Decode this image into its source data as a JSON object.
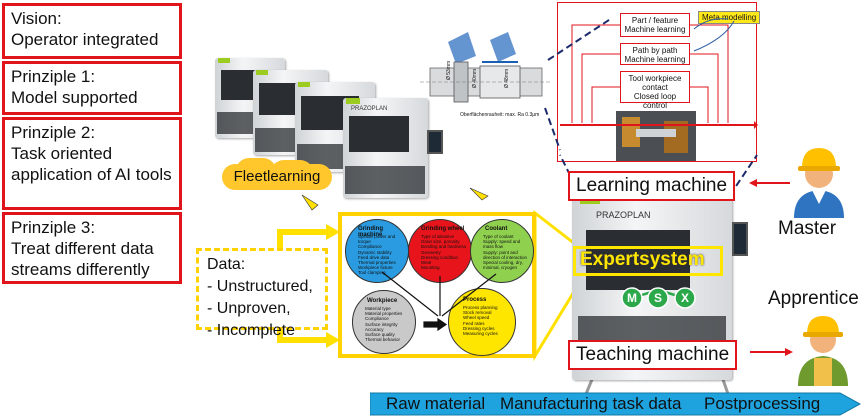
{
  "principles": [
    {
      "text": "Vision:\nOperator integrated"
    },
    {
      "text": "Prinziple 1:\nModel supported"
    },
    {
      "text": "Prinziple 2:\nTask oriented application of AI tools"
    },
    {
      "text": "Prinziple 3:\nTreat different data streams differently"
    }
  ],
  "fleet": {
    "label": "Fleetlearning"
  },
  "data_box": {
    "title": "Data:",
    "items": [
      "- Unstructured,",
      "- Unproven,",
      "- Incomplete"
    ]
  },
  "tool_drawing": {
    "dims": [
      "Ø 53mm",
      "Ø 40mm",
      "Ø 48mm"
    ],
    "caption": "Oberflächenrauheit: max. Ra 0.3µm"
  },
  "detail_panel": {
    "meta": "Meta modelling",
    "boxes": [
      "Part / feature\nMachine learning",
      "Path by path\nMachine learning",
      "Tool workpiece contact\nClosed loop control"
    ]
  },
  "learning_machine": {
    "label": "Learning machine"
  },
  "teaching_machine": {
    "label": "Teaching machine"
  },
  "expertsystem": {
    "label": "Expertsystem",
    "nodes": [
      "M",
      "S",
      "X"
    ]
  },
  "master": {
    "label": "Master"
  },
  "apprentice": {
    "label": "Apprentice"
  },
  "machine_brand": "PRAZOPLAN",
  "process_bar": {
    "items": [
      "Raw material",
      "Manufacturing task data",
      "Postprocessing"
    ]
  },
  "venn": {
    "grinding_machine": {
      "title": "Grinding machine",
      "items": [
        "Spindle power and torque",
        "Compliance",
        "Dynamic stability",
        "Feed drive data",
        "Thermal properties",
        "Workpiece fixture",
        "Tool clamping"
      ]
    },
    "grinding_wheel": {
      "title": "Grinding wheel",
      "items": [
        "Type of abrasive",
        "Grain size, porosity",
        "Bonding and hardness",
        "Geometry",
        "Dressing condition",
        "Wear",
        "Mounting"
      ]
    },
    "coolant": {
      "title": "Coolant",
      "items": [
        "Type of coolant",
        "Supply: speed and mass flow",
        "Supply: point and direction of interaction",
        "Special cooling, dry, minimal, cryogen"
      ]
    },
    "workpiece": {
      "title": "Workpiece",
      "items": [
        "Material type",
        "Material properties",
        "Compliance",
        "Surface integrity",
        "Accuracy",
        "Surface quality",
        "Thermal behavior"
      ]
    },
    "process": {
      "title": "Process",
      "items": [
        "Process planning",
        "Stock removal",
        "Wheel speed",
        "Feed rates",
        "Dressing cycles",
        "Measuring cycles"
      ]
    }
  },
  "colors": {
    "red": "#e0141b",
    "yellow": "#ffd200",
    "cloud": "#ffc72c",
    "blue_bar": "#1ea3df",
    "green": "#9ccc1f"
  }
}
